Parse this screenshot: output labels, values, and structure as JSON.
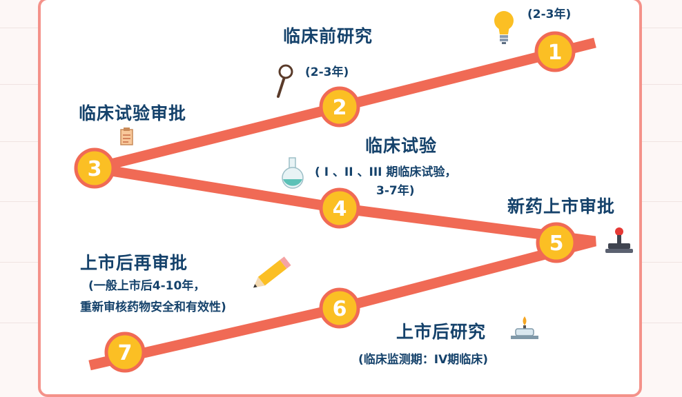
{
  "colors": {
    "line": "#f06a55",
    "node_fill": "#fbbf24",
    "node_ring": "#f06a55",
    "text": "#15426b",
    "border": "#f4928a"
  },
  "steps": [
    {
      "num": "1",
      "note": "(2-3年)",
      "icon": "lightbulb-icon"
    },
    {
      "num": "2",
      "title": "临床前研究",
      "note": "(2-3年)",
      "icon": "magnifying-glass-icon"
    },
    {
      "num": "3",
      "title": "临床试验审批",
      "icon": "clipboard-icon"
    },
    {
      "num": "4",
      "title": "临床试验",
      "note_lines": [
        "( I 、II 、III 期临床试验，",
        "3-7年)"
      ],
      "icon": "flask-icon"
    },
    {
      "num": "5",
      "title": "新药上市审批",
      "icon": "stamp-icon"
    },
    {
      "num": "6",
      "title": "上市后再审批",
      "note_lines": [
        "(一般上市后4-10年，",
        "重新审核药物安全和有效性)"
      ],
      "icon": "pencil-icon"
    },
    {
      "num": "7",
      "title": "上市后研究",
      "note": "(临床监测期：IV期临床)",
      "icon": "alcohol-lamp-icon"
    }
  ]
}
